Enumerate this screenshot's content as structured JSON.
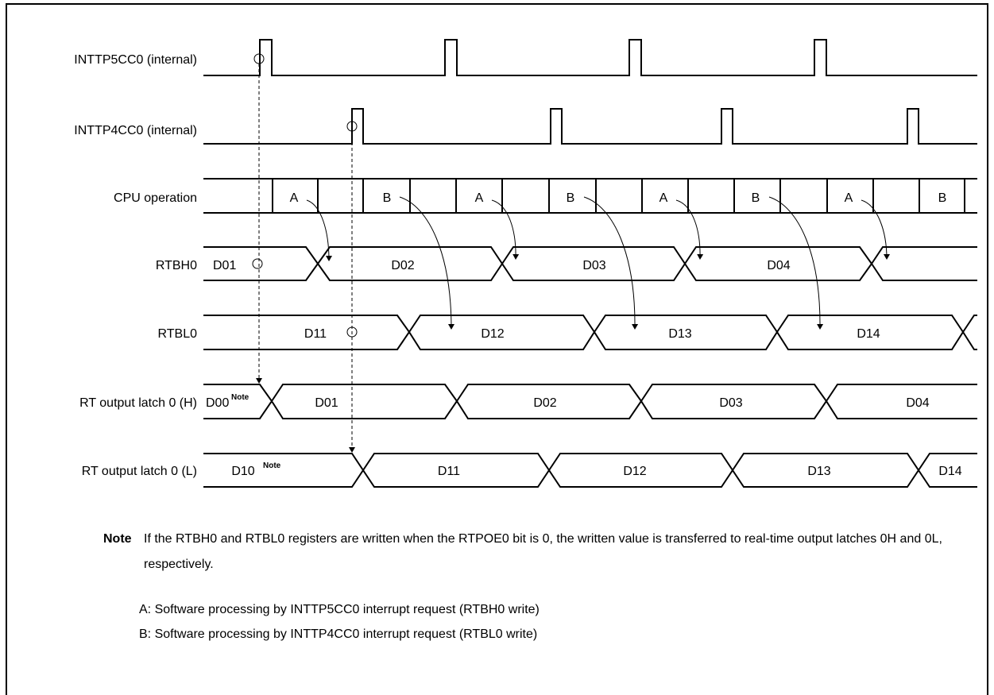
{
  "signals": [
    {
      "id": "p5",
      "label": "INTTP5CC0 (internal)"
    },
    {
      "id": "p4",
      "label": "INTTP4CC0 (internal)"
    },
    {
      "id": "cpu",
      "label": "CPU operation"
    },
    {
      "id": "rtbh0",
      "label": "RTBH0"
    },
    {
      "id": "rtbl0",
      "label": "RTBL0"
    },
    {
      "id": "rth",
      "label": "RT output latch 0 (H)"
    },
    {
      "id": "rtl",
      "label": "RT output latch 0 (L)"
    }
  ],
  "cpu_operation": [
    "A",
    "B",
    "A",
    "B",
    "A",
    "B",
    "A",
    "B"
  ],
  "rtbh0_values": [
    "D01",
    "D02",
    "D03",
    "D04"
  ],
  "rtbl0_values": [
    "D11",
    "D12",
    "D13",
    "D14"
  ],
  "rt_output_h_values": [
    "D00",
    "D01",
    "D02",
    "D03",
    "D04"
  ],
  "rt_output_l_values": [
    "D10",
    "D11",
    "D12",
    "D13",
    "D14"
  ],
  "note_superscript": "Note",
  "note": {
    "heading": "Note",
    "text": "If the RTBH0 and RTBL0 registers are written when the RTPOE0 bit is 0, the written value is transferred to real-time output latches 0H and 0L, respectively."
  },
  "legend": [
    "A: Software processing by INTTP5CC0 interrupt request (RTBH0 write)",
    "B: Software processing by INTTP4CC0 interrupt request (RTBL0 write)"
  ]
}
